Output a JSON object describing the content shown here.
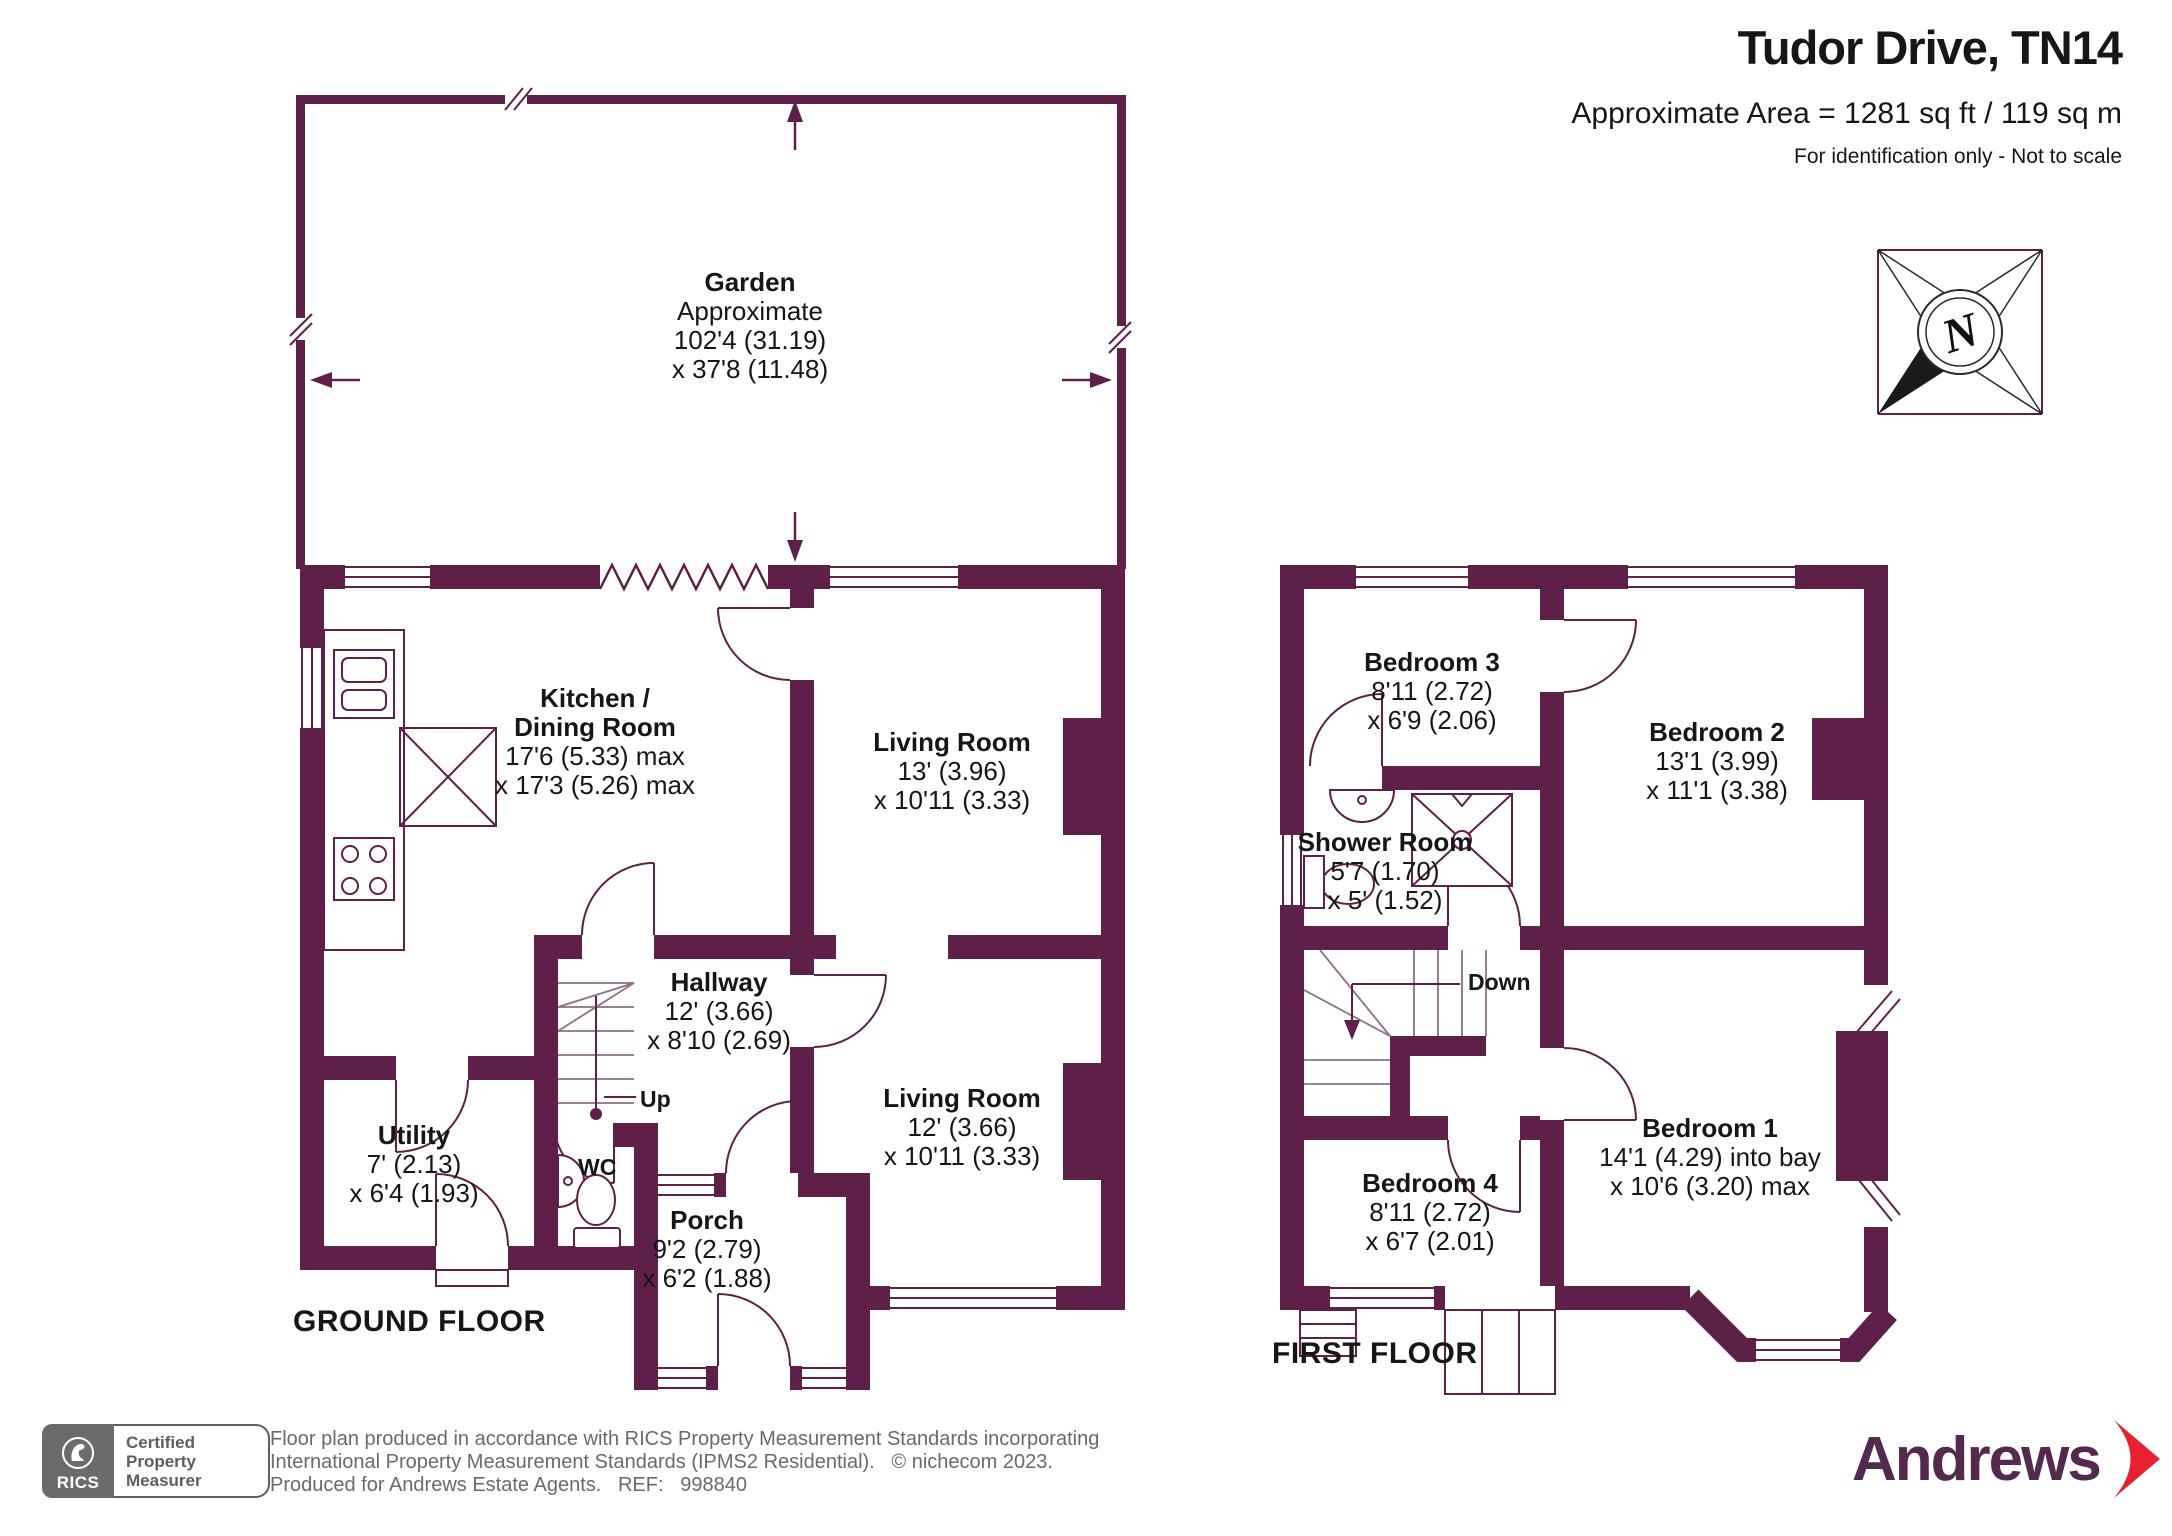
{
  "header": {
    "title": "Tudor Drive, TN14",
    "area_line": "Approximate Area = 1281 sq ft / 119 sq m",
    "note_line": "For identification only - Not to scale"
  },
  "compass": {
    "north_letter": "N"
  },
  "floor_labels": {
    "ground": "GROUND FLOOR",
    "first": "FIRST FLOOR"
  },
  "rooms": {
    "garden": {
      "name": "Garden",
      "lines": [
        "Approximate",
        "102'4 (31.19)",
        "x 37'8 (11.48)"
      ]
    },
    "kitchen": {
      "name": "Kitchen /",
      "name2": "Dining Room",
      "lines": [
        "17'6 (5.33) max",
        "x 17'3 (5.26) max"
      ]
    },
    "living1": {
      "name": "Living Room",
      "lines": [
        "13' (3.96)",
        "x 10'11 (3.33)"
      ]
    },
    "hallway": {
      "name": "Hallway",
      "lines": [
        "12' (3.66)",
        "x 8'10 (2.69)"
      ]
    },
    "living2": {
      "name": "Living Room",
      "lines": [
        "12' (3.66)",
        "x 10'11 (3.33)"
      ]
    },
    "utility": {
      "name": "Utility",
      "lines": [
        "7' (2.13)",
        "x 6'4 (1.93)"
      ]
    },
    "porch": {
      "name": "Porch",
      "lines": [
        "9'2 (2.79)",
        "x 6'2 (1.88)"
      ]
    },
    "bedroom3": {
      "name": "Bedroom 3",
      "lines": [
        "8'11 (2.72)",
        "x 6'9 (2.06)"
      ]
    },
    "bedroom2": {
      "name": "Bedroom 2",
      "lines": [
        "13'1 (3.99)",
        "x 11'1 (3.38)"
      ]
    },
    "shower": {
      "name": "Shower Room",
      "lines": [
        "5'7 (1.70)",
        "x 5' (1.52)"
      ]
    },
    "bedroom4": {
      "name": "Bedroom 4",
      "lines": [
        "8'11 (2.72)",
        "x 6'7 (2.01)"
      ]
    },
    "bedroom1": {
      "name": "Bedroom 1",
      "lines": [
        "14'1 (4.29) into bay",
        "x 10'6 (3.20) max"
      ]
    }
  },
  "annotations": {
    "up": "Up",
    "down": "Down",
    "wc": "WC"
  },
  "footer": {
    "rics_brand": "RICS",
    "cert_lines": [
      "Certified",
      "Property",
      "Measurer"
    ],
    "disclaimer_lines": [
      "Floor plan produced in accordance with RICS Property Measurement Standards incorporating",
      "International Property Measurement Standards (IPMS2 Residential).   © nichecom 2023.",
      "Produced for Andrews Estate Agents.   REF:   998840"
    ],
    "andrews_logo": "Andrews"
  },
  "colors": {
    "wall": "#5e2049",
    "logo_red": "#e8202f",
    "logo_purple": "#53294d",
    "rics_gray": "#6b6b6b"
  }
}
